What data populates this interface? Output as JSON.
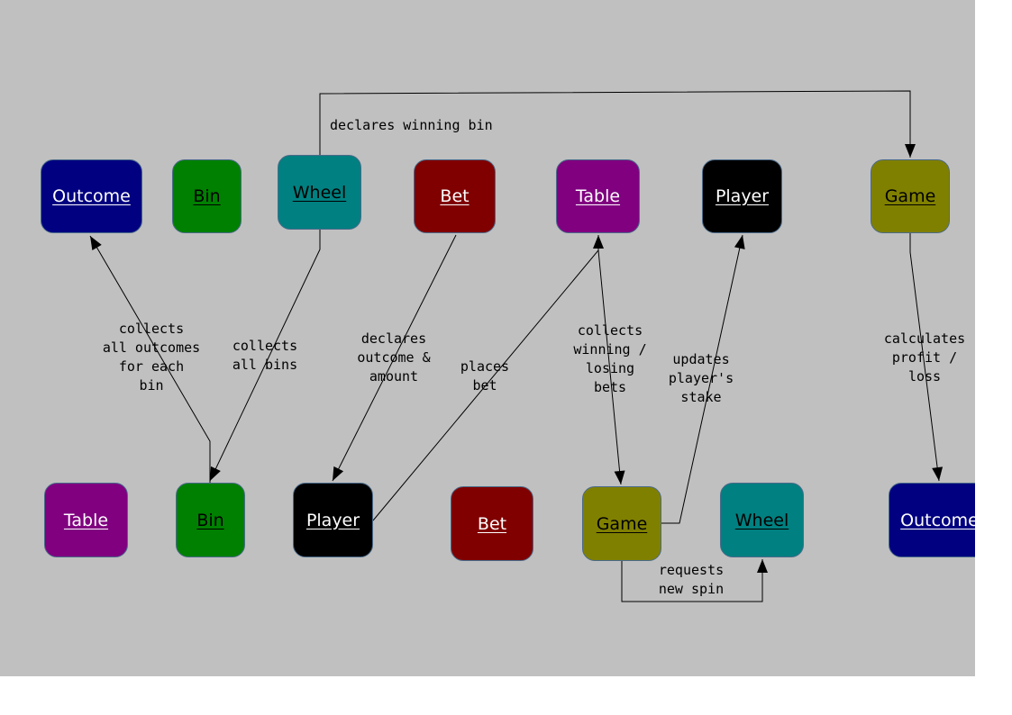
{
  "nodes": [
    {
      "id": "outcome-top",
      "label": "Outcome",
      "fill": "#000080",
      "text_color": "#ffffff"
    },
    {
      "id": "bin-top",
      "label": "Bin",
      "fill": "#008000",
      "text_color": "#000000"
    },
    {
      "id": "wheel-top",
      "label": "Wheel",
      "fill": "#008080",
      "text_color": "#000000"
    },
    {
      "id": "bet-top",
      "label": "Bet",
      "fill": "#800000",
      "text_color": "#ffffff"
    },
    {
      "id": "table-top",
      "label": "Table",
      "fill": "#800080",
      "text_color": "#ffffff"
    },
    {
      "id": "player-top",
      "label": "Player",
      "fill": "#000000",
      "text_color": "#ffffff"
    },
    {
      "id": "game-top",
      "label": "Game",
      "fill": "#808000",
      "text_color": "#000000"
    },
    {
      "id": "table-bottom",
      "label": "Table",
      "fill": "#800080",
      "text_color": "#ffffff"
    },
    {
      "id": "bin-bottom",
      "label": "Bin",
      "fill": "#008000",
      "text_color": "#000000"
    },
    {
      "id": "player-bottom",
      "label": "Player",
      "fill": "#000000",
      "text_color": "#ffffff"
    },
    {
      "id": "bet-bottom",
      "label": "Bet",
      "fill": "#800000",
      "text_color": "#ffffff"
    },
    {
      "id": "game-bottom",
      "label": "Game",
      "fill": "#808000",
      "text_color": "#000000"
    },
    {
      "id": "wheel-bottom",
      "label": "Wheel",
      "fill": "#008080",
      "text_color": "#000000"
    },
    {
      "id": "outcome-bottom",
      "label": "Outcome",
      "fill": "#000080",
      "text_color": "#ffffff"
    }
  ],
  "edges": [
    {
      "id": "wheel-to-game",
      "from": "wheel-top",
      "to": "game-top",
      "label": "declares winning bin"
    },
    {
      "id": "bin-to-outcome",
      "from": "bin-bottom",
      "to": "outcome-top",
      "label": "collects\nall outcomes\nfor each\nbin"
    },
    {
      "id": "wheel-to-bin",
      "from": "wheel-top",
      "to": "bin-bottom",
      "label": "collects\nall bins"
    },
    {
      "id": "bet-to-player",
      "from": "bet-top",
      "to": "player-bottom",
      "label": "declares\noutcome &\namount"
    },
    {
      "id": "player-to-table",
      "from": "player-bottom",
      "to": "table-top",
      "label": "places\nbet"
    },
    {
      "id": "table-to-game",
      "from": "table-top",
      "to": "game-bottom",
      "label": "collects\nwinning /\nlosing\nbets"
    },
    {
      "id": "game-to-player",
      "from": "game-bottom",
      "to": "player-top",
      "label": "updates\nplayer's\nstake"
    },
    {
      "id": "game-to-outcome",
      "from": "game-top",
      "to": "outcome-bottom",
      "label": "calculates\nprofit /\nloss"
    },
    {
      "id": "game-to-wheel",
      "from": "game-bottom",
      "to": "wheel-bottom",
      "label": "requests\nnew spin"
    }
  ]
}
